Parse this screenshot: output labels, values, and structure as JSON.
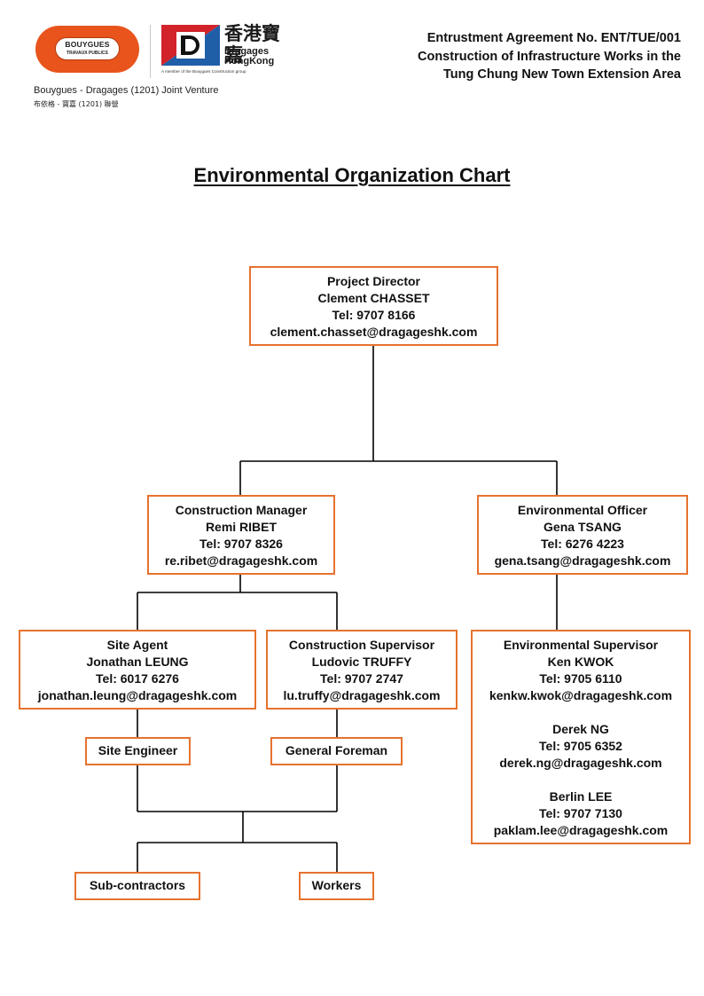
{
  "header": {
    "logo_bouygues_line1": "BOUYGUES",
    "logo_bouygues_line2": "TRAVAUX PUBLICS",
    "logo_dragages_chinese": "香港寶嘉",
    "logo_dragages_name_line1": "Dragages",
    "logo_dragages_name_line2": "HongKong",
    "logo_dragages_tagline": "A member of the Bouygues Construction group",
    "jv_name_en": "Bouygues - Dragages (1201) Joint Venture",
    "jv_name_cn": "布依格 - 寶嘉 (1201) 聯營",
    "agreement_line1": "Entrustment Agreement No. ENT/TUE/001",
    "agreement_line2": "Construction of Infrastructure Works in the",
    "agreement_line3": "Tung Chung New Town Extension Area"
  },
  "title": "Environmental Organization Chart",
  "colors": {
    "box_border": "#e6722f",
    "bouygues_orange": "#e8541c",
    "dragages_blue": "#1f5fa8",
    "dragages_red": "#d2232a"
  },
  "nodes": {
    "project_director": {
      "role": "Project Director",
      "name": "Clement CHASSET",
      "tel": "Tel: 9707 8166",
      "email": "clement.chasset@dragageshk.com"
    },
    "construction_manager": {
      "role": "Construction Manager",
      "name": "Remi RIBET",
      "tel": "Tel: 9707 8326",
      "email": "re.ribet@dragageshk.com"
    },
    "environmental_officer": {
      "role": "Environmental Officer",
      "name": "Gena TSANG",
      "tel": "Tel: 6276 4223",
      "email": "gena.tsang@dragageshk.com"
    },
    "site_agent": {
      "role": "Site Agent",
      "name": "Jonathan LEUNG",
      "tel": "Tel: 6017 6276",
      "email": "jonathan.leung@dragageshk.com"
    },
    "construction_supervisor": {
      "role": "Construction Supervisor",
      "name": "Ludovic TRUFFY",
      "tel": "Tel: 9707 2747",
      "email": "lu.truffy@dragageshk.com"
    },
    "environmental_supervisor": {
      "role": "Environmental Supervisor",
      "members": [
        {
          "name": "Ken KWOK",
          "tel": "Tel: 9705 6110",
          "email": "kenkw.kwok@dragageshk.com"
        },
        {
          "name": "Derek NG",
          "tel": "Tel: 9705 6352",
          "email": "derek.ng@dragageshk.com"
        },
        {
          "name": "Berlin LEE",
          "tel": "Tel: 9707 7130",
          "email": "paklam.lee@dragageshk.com"
        }
      ]
    },
    "site_engineer": {
      "role": "Site Engineer"
    },
    "general_foreman": {
      "role": "General Foreman"
    },
    "sub_contractors": {
      "role": "Sub-contractors"
    },
    "workers": {
      "role": "Workers"
    }
  }
}
